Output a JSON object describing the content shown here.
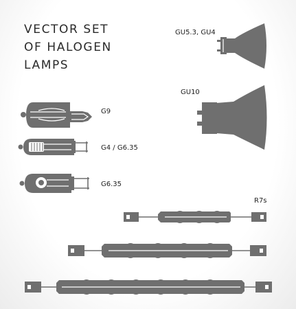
{
  "title": {
    "line1": "VECTOR SET",
    "line2": "OF HALOGEN",
    "line3": "LAMPS"
  },
  "labels": {
    "gu53": "GU5.3, GU4",
    "gu10": "GU10",
    "g9": "G9",
    "g4": "G4 / G6.35",
    "g635": "G6.35",
    "r7s": "R7s"
  },
  "colors": {
    "lamp_fill": "#6f6f6f",
    "lamp_light": "#ffffff",
    "text": "#222222"
  }
}
